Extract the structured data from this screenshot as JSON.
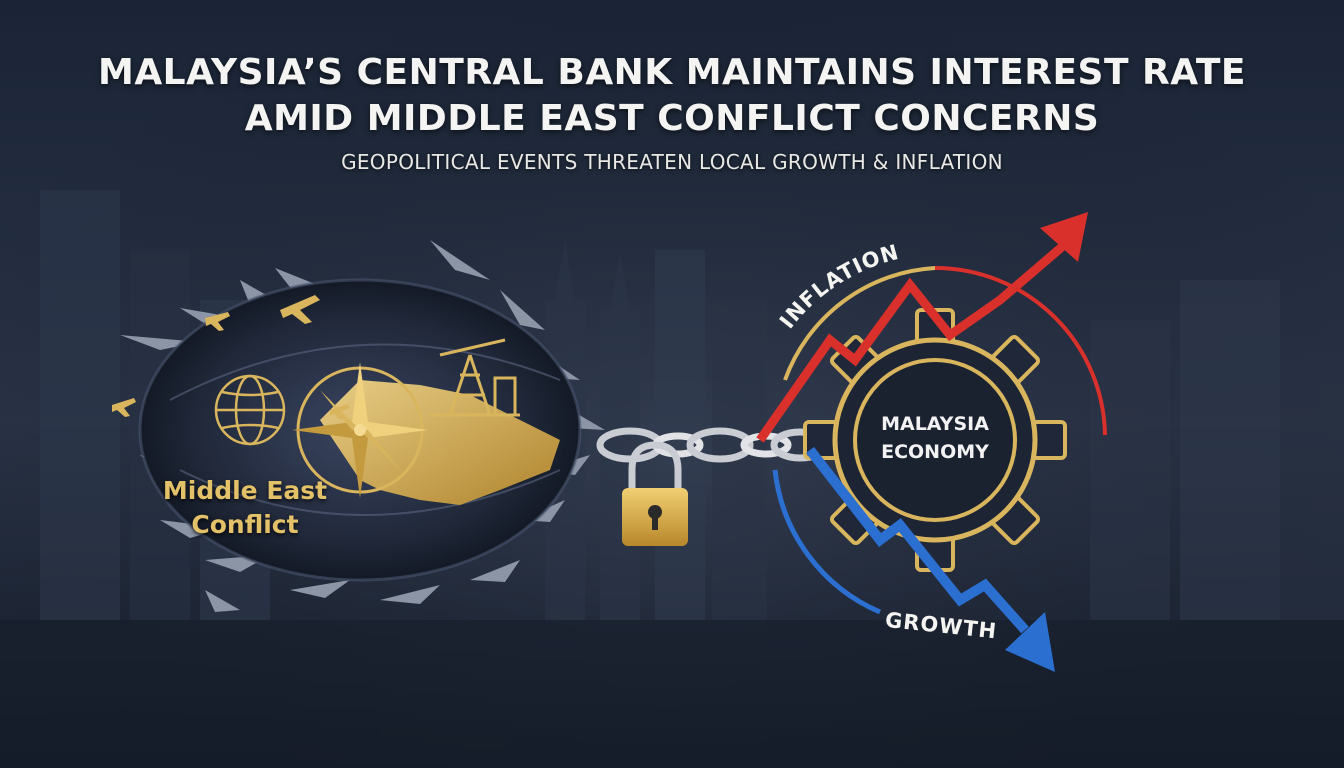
{
  "headline": {
    "line1": "MALAYSIA’S CENTRAL BANK MAINTAINS INTEREST RATE",
    "line2": "AMID MIDDLE EAST CONFLICT CONCERNS"
  },
  "subtitle": "GEOPOLITICAL EVENTS THREATEN LOCAL GROWTH & INFLATION",
  "conflict": {
    "line1": "Middle East",
    "line2": "Conflict"
  },
  "economy": {
    "line1": "MALAYSIA",
    "line2": "ECONOMY"
  },
  "indicators": {
    "inflation": "INFLATION",
    "growth": "GROWTH"
  },
  "icons": [
    "globe-icon",
    "compass-icon",
    "oil-rig-icon",
    "airplane-icon",
    "chain-icon",
    "padlock-icon",
    "gear-icon",
    "arrow-up-icon",
    "arrow-down-icon"
  ],
  "colors": {
    "gold": "#e3c168",
    "inflation_red": "#d9302c",
    "growth_blue": "#2b6fd1",
    "background": "#1b2535"
  }
}
